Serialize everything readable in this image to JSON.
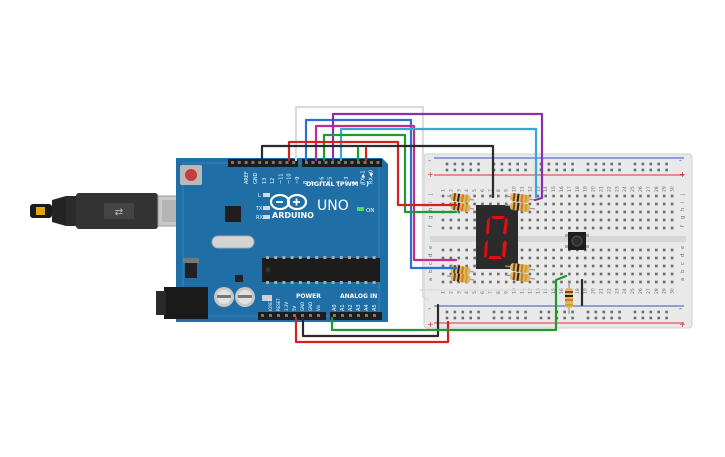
{
  "arduino": {
    "logo_text": "ARDUINO",
    "model": "UNO",
    "power_label": "POWER",
    "analog_label": "ANALOG IN",
    "digital_label": "DIGITAL (PWM ~)",
    "on_label": "ON",
    "l_label": "L",
    "tx_label": "TX",
    "rx_label": "RX",
    "aref_label": "AREF",
    "gnd_label": "GND",
    "digital_pins": [
      "13",
      "12",
      "~11",
      "~10",
      "~9",
      "8",
      "7",
      "~6",
      "~5",
      "4",
      "~3",
      "2",
      "TX▶1",
      "RX◀0"
    ],
    "power_pins": [
      "IOREF",
      "RESET",
      "3.3V",
      "5V",
      "GND",
      "GND",
      "Vin"
    ],
    "analog_pins": [
      "A0",
      "A1",
      "A2",
      "A3",
      "A4",
      "A5"
    ]
  },
  "breadboard": {
    "columns": [
      "1",
      "2",
      "3",
      "4",
      "5",
      "6",
      "7",
      "8",
      "9",
      "10",
      "11",
      "12",
      "13",
      "14",
      "15",
      "16",
      "17",
      "18",
      "19",
      "20",
      "21",
      "22",
      "23",
      "24",
      "25",
      "26",
      "27",
      "28",
      "29",
      "30"
    ],
    "rows_top": [
      "j",
      "i",
      "h",
      "g",
      "f"
    ],
    "rows_bottom": [
      "e",
      "d",
      "c",
      "b",
      "a"
    ],
    "rail_plus": "+",
    "rail_minus": "-"
  },
  "display": {
    "digit": "0",
    "segment_color": "#e01010"
  },
  "colors": {
    "board": "#1f6ea5",
    "board_dark": "#185a89",
    "breadboard": "#e9e9e9",
    "rail_red": "#d33",
    "rail_blue": "#35c",
    "wire_red": "#d62020",
    "wire_black": "#2a2a2a",
    "wire_green": "#1e9a2e",
    "wire_purple": "#8b2fb0",
    "wire_blue": "#2a6fd6",
    "wire_cyan": "#38a6d8",
    "wire_magenta": "#c02c8a",
    "wire_white": "#dcdcdc"
  },
  "icons": [
    "usb-cable-icon",
    "dc-jack-icon",
    "reset-button-icon",
    "pushbutton-icon",
    "resistor-icon",
    "seven-segment-display-icon"
  ]
}
